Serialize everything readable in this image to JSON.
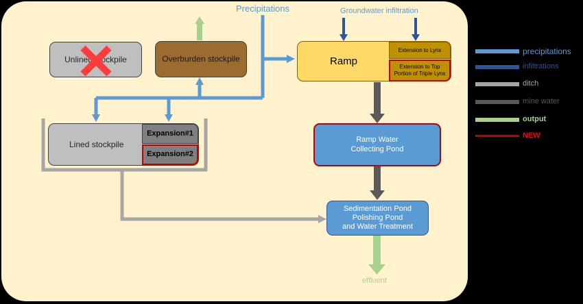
{
  "labels": {
    "precipitations": "Precipitations",
    "groundwater": "Groundwater infiltration",
    "effluent": "effluent"
  },
  "nodes": {
    "unlined": "Unlined stockpile",
    "overburden": "Overburden stockpile",
    "lined": "Lined stockpile",
    "expansion1": "Expansion#1",
    "expansion2": "Expansion#2",
    "ramp": "Ramp",
    "ext_lynx": "Extension to Lynx",
    "ext_triple": "Extension to Top Portion of Triple Lynx",
    "ramp_pond": "Ramp Water Collecting Pond",
    "treatment_line1": "Sedimentation Pond",
    "treatment_line2": "Polishing Pond",
    "treatment_line3": "and Water Treatment"
  },
  "legend": [
    {
      "label": "precipitations",
      "color": "#5b9bd5"
    },
    {
      "label": "infiltrations",
      "color": "#2f5597"
    },
    {
      "label": "ditch",
      "color": "#a6a6a6"
    },
    {
      "label": "mine water",
      "color": "#595959"
    },
    {
      "label": "output",
      "color": "#a9d18e"
    },
    {
      "label": "NEW",
      "color": "#c00000"
    }
  ]
}
